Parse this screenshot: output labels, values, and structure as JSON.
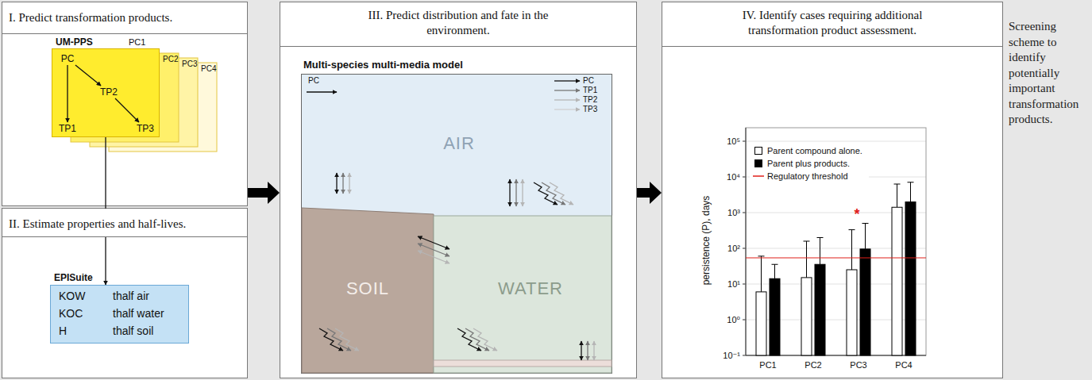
{
  "diagram": {
    "caption": "Screening scheme to identify potentially important transformation products.",
    "nodes": [
      {
        "text": [
          "I. Predict transformation products."
        ]
      },
      {
        "text": [
          "UM-PPS",
          "PC1"
        ],
        "in": 0
      },
      {
        "text": [
          "PC"
        ],
        "in": 1
      },
      {
        "text": [
          "TP1"
        ],
        "in": 1
      },
      {
        "text": [
          "TP2"
        ],
        "in": 1
      },
      {
        "text": [
          "TP3"
        ],
        "in": 1
      },
      {
        "text": [
          "II. Estimate properties and half-lives."
        ]
      },
      {
        "text": [
          "EPISuite",
          "KOW",
          "thalf air",
          "KOC",
          "thalf water",
          "H",
          "thalf soil"
        ],
        "in": 6
      },
      {
        "text": [
          "III. Predict distribution and fate in the environment."
        ]
      },
      {
        "text": [
          "Multi-species multi-media model"
        ],
        "in": 8
      },
      {
        "text": [
          "AIR"
        ],
        "in": 9
      },
      {
        "text": [
          "SOIL"
        ],
        "in": 9
      },
      {
        "text": [
          "WATER"
        ],
        "in": 9
      },
      {
        "text": [
          "IV. Identify cases requiring additional transformation product assessment."
        ]
      }
    ],
    "edges": [
      {
        "from": 1,
        "to": 7,
        "arrow": "to"
      },
      {
        "from": 2,
        "to": 3,
        "arrow": "to"
      },
      {
        "from": 2,
        "to": 4,
        "arrow": "to"
      },
      {
        "from": 4,
        "to": 5,
        "arrow": "to"
      },
      {
        "from": 0,
        "to": 8,
        "arrow": "to"
      },
      {
        "from": 8,
        "to": 13,
        "arrow": "to"
      }
    ],
    "labels": [
      "PC2",
      "PC3",
      "PC4",
      "PC",
      "PC",
      "TP1",
      "TP2",
      "TP3",
      "persistence (P), days",
      "10⁵",
      "10⁴",
      "10³",
      "10²",
      "10¹",
      "10⁰",
      "10⁻¹",
      "PC1",
      "PC2",
      "PC3",
      "PC4",
      "*"
    ],
    "legend": [
      {
        "text": "Parent compound alone.",
        "color": "#ffffff"
      },
      {
        "text": "Parent plus products.",
        "color": "#000000"
      },
      {
        "text": "Regulatory threshold"
      }
    ]
  }
}
